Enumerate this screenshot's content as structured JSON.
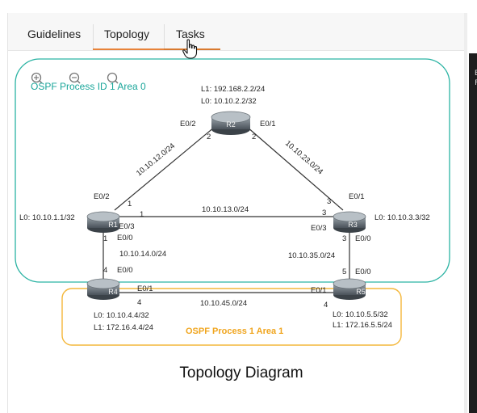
{
  "tabs": [
    {
      "label": "Guidelines"
    },
    {
      "label": "Topology"
    },
    {
      "label": "Tasks"
    }
  ],
  "right_panel": {
    "lines": [
      "E",
      "F"
    ]
  },
  "toolbar": {
    "icons": [
      "zoom-in-icon",
      "zoom-out-icon",
      "search-icon"
    ]
  },
  "diagram": {
    "area0_label": "OSPF Process ID 1 Area 0",
    "area1_label": "OSPF Process 1 Area 1",
    "title": "Topology Diagram",
    "routers": [
      {
        "name": "R1",
        "loopbacks": [
          "L0: 10.10.1.1/32"
        ]
      },
      {
        "name": "R2",
        "loopbacks": [
          "L1: 192.168.2.2/24",
          "L0: 10.10.2.2/32"
        ]
      },
      {
        "name": "R3",
        "loopbacks": [
          "L0: 10.10.3.3/32"
        ]
      },
      {
        "name": "R4",
        "loopbacks": [
          "L0: 10.10.4.4/32",
          "L1: 172.16.4.4/24"
        ]
      },
      {
        "name": "R5",
        "loopbacks": [
          "L0: 10.10.5.5/32",
          "L1: 172.16.5.5/24"
        ]
      }
    ],
    "links": [
      {
        "network": "10.10.12.0/24",
        "a_if": "E0/2",
        "a_host": "2",
        "b_if": "E0/2",
        "b_host": "1"
      },
      {
        "network": "10.10.23.0/24",
        "a_if": "E0/1",
        "a_host": "2",
        "b_if": "E0/1",
        "b_host": "3"
      },
      {
        "network": "10.10.13.0/24",
        "a_if": "E0/3",
        "a_host": "1",
        "b_if": "E0/3",
        "b_host": "3"
      },
      {
        "network": "10.10.14.0/24",
        "a_if": "E0/0",
        "a_host": "1",
        "b_if": "E0/0",
        "b_host": "4"
      },
      {
        "network": "10.10.35.0/24",
        "a_if": "E0/0",
        "a_host": "3",
        "b_if": "E0/0",
        "b_host": "5"
      },
      {
        "network": "10.10.45.0/24",
        "a_if": "E0/1",
        "a_host": "4",
        "b_if": "E0/1",
        "b_host": "4"
      }
    ]
  }
}
